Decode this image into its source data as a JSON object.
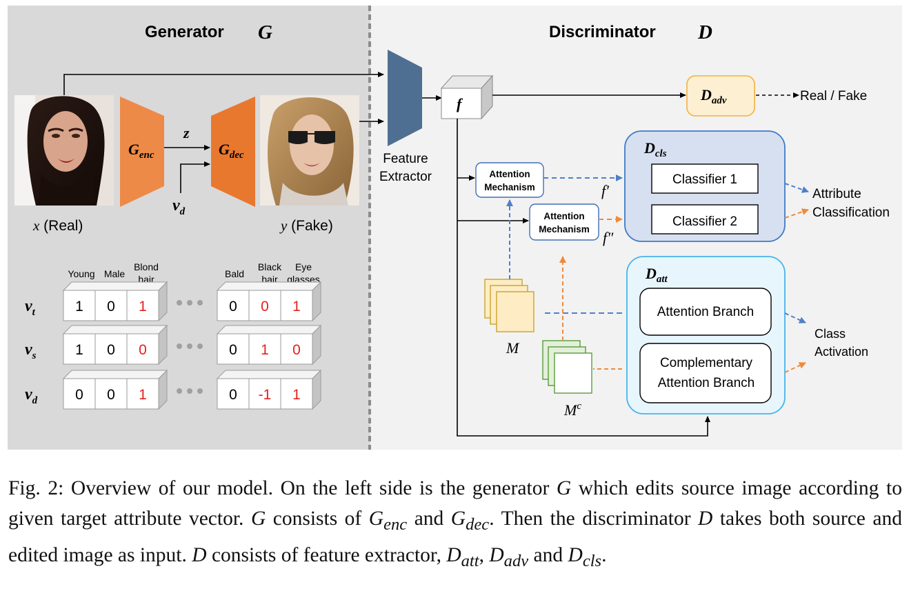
{
  "generator": {
    "title": "Generator",
    "symbol": "G",
    "enc_label": "G",
    "enc_sub": "enc",
    "dec_label": "G",
    "dec_sub": "dec",
    "z_label": "z",
    "vd_label": "v",
    "vd_sub": "d",
    "real_var": "x",
    "real_label": " (Real)",
    "fake_var": "y",
    "fake_label": " (Fake)"
  },
  "attr_table": {
    "headers_left": [
      "Young",
      "Male",
      "Blond hair"
    ],
    "headers_right": [
      "Bald",
      "Black hair",
      "Eye glasses"
    ],
    "rows": [
      {
        "label": "v",
        "sub": "t",
        "left": [
          "1",
          "0",
          "1"
        ],
        "right": [
          "0",
          "0",
          "1"
        ],
        "left_red": [
          false,
          false,
          true
        ],
        "right_red": [
          false,
          true,
          true
        ]
      },
      {
        "label": "v",
        "sub": "s",
        "left": [
          "1",
          "0",
          "0"
        ],
        "right": [
          "0",
          "1",
          "0"
        ],
        "left_red": [
          false,
          false,
          true
        ],
        "right_red": [
          false,
          true,
          true
        ]
      },
      {
        "label": "v",
        "sub": "d",
        "left": [
          "0",
          "0",
          "1"
        ],
        "right": [
          "0",
          "-1",
          "1"
        ],
        "left_red": [
          false,
          false,
          true
        ],
        "right_red": [
          false,
          true,
          true
        ]
      }
    ]
  },
  "discriminator": {
    "title": "Discriminator",
    "symbol": "D",
    "feature_extractor": "Feature Extractor",
    "f_label": "f",
    "adv_label": "D",
    "adv_sub": "adv",
    "real_fake": "Real / Fake",
    "cls_label": "D",
    "cls_sub": "cls",
    "classifier1": "Classifier 1",
    "classifier2": "Classifier 2",
    "attention1": "Attention Mechanism",
    "attention2": "Attention Mechanism",
    "f_prime": "f′",
    "f_dprime": "f″",
    "attr_class": "Attribute Classification",
    "att_label": "D",
    "att_sub": "att",
    "attention_branch": "Attention Branch",
    "comp_branch": "Complementary Attention Branch",
    "class_activation": "Class Activation",
    "m_label": "M",
    "mc_label": "M",
    "mc_sup": "c"
  },
  "caption": {
    "fig": "Fig. 2:",
    "text": "Overview of our model. On the left side is the generator G which edits source image according to given target attribute vector. G consists of Genc and Gdec. Then the discriminator D takes both source and edited image as input. D consists of feature extractor, Datt, Dadv and Dcls."
  },
  "colors": {
    "left_bg": "#d9d9d9",
    "right_bg": "#f2f2f2",
    "gen_orange": "#ee8a48",
    "gen_orange_dark": "#e9782f",
    "extractor_blue": "#4e6f92",
    "dadv_fill": "#fdefd2",
    "dadv_stroke": "#f2b23e",
    "dcls_fill": "#d6e0f1",
    "dcls_stroke": "#3f7ac4",
    "datt_fill": "#e7f5fd",
    "datt_stroke": "#45b4e8",
    "blue_dash": "#4f7fc8",
    "orange_dash": "#ee8a3b",
    "red_value": "#e41f1f"
  }
}
